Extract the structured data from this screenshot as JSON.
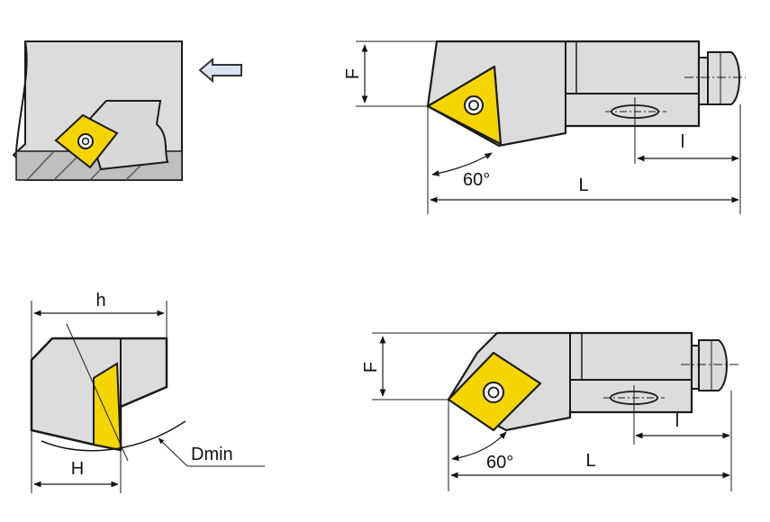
{
  "colors": {
    "body": "#dcdcdc",
    "body_dark": "#c9c9c9",
    "insert": "#f5d500",
    "outline": "#1a1a1a",
    "arrow_fill": "#dde3f2",
    "arrow_stroke": "#333333"
  },
  "icons": {
    "feed_direction": "left-arrow-icon",
    "screw": "torx-screw-icon"
  },
  "views": {
    "top_right": {
      "F": "F",
      "l": "l",
      "L": "L",
      "angle": "60°"
    },
    "bottom_left": {
      "h": "h",
      "H": "H",
      "dmin": "Dmin"
    },
    "bottom_right": {
      "F": "F",
      "l": "l",
      "L": "L",
      "angle": "60°"
    }
  }
}
